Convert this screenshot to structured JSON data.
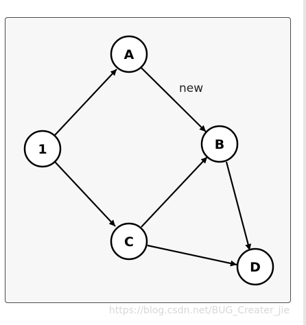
{
  "diagram": {
    "nodes": [
      {
        "id": "n1",
        "label": "1"
      },
      {
        "id": "nA",
        "label": "A"
      },
      {
        "id": "nB",
        "label": "B"
      },
      {
        "id": "nC",
        "label": "C"
      },
      {
        "id": "nD",
        "label": "D"
      }
    ],
    "edges": [
      {
        "from": "n1",
        "to": "nA",
        "label": ""
      },
      {
        "from": "n1",
        "to": "nC",
        "label": ""
      },
      {
        "from": "nA",
        "to": "nB",
        "label": "new"
      },
      {
        "from": "nC",
        "to": "nB",
        "label": ""
      },
      {
        "from": "nC",
        "to": "nD",
        "label": ""
      },
      {
        "from": "nB",
        "to": "nD",
        "label": ""
      }
    ]
  },
  "watermark": "https://blog.csdn.net/BUG_Creater_jie"
}
